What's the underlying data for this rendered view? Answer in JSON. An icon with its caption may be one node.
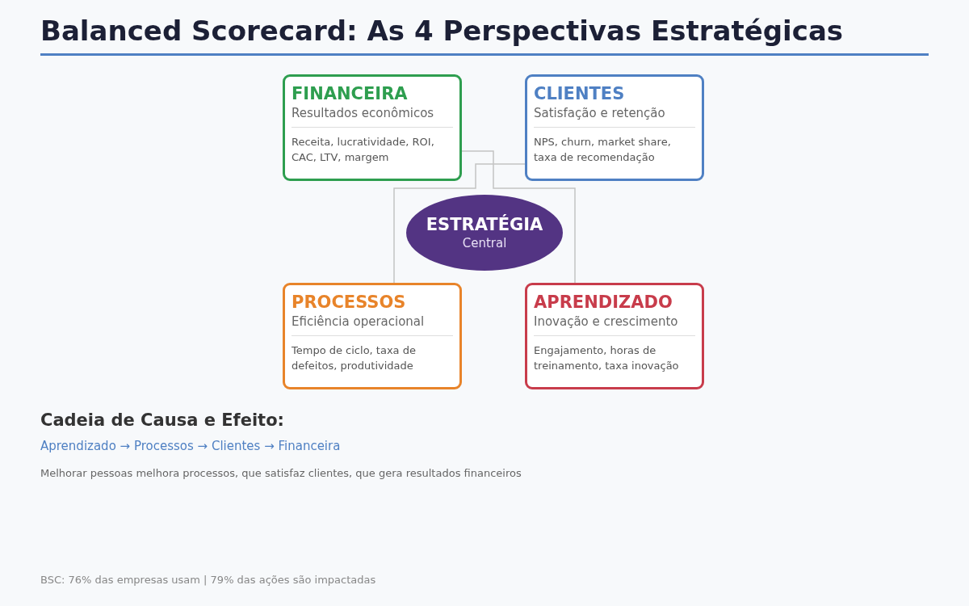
{
  "diagram": {
    "title": "Balanced Scorecard: As 4 Perspectivas Estratégicas",
    "nodes": [
      {
        "text": [
          "FINANCEIRA",
          "Resultados econômicos",
          "Receita, lucratividade, ROI, CAC, LTV, margem"
        ]
      },
      {
        "text": [
          "CLIENTES",
          "Satisfação e retenção",
          "NPS, churn, market share, taxa de recomendação"
        ]
      },
      {
        "text": [
          "ESTRATÉGIA",
          "Central"
        ]
      },
      {
        "text": [
          "PROCESSOS",
          "Eficiência operacional",
          "Tempo de ciclo, taxa de defeitos, produtividade"
        ]
      },
      {
        "text": [
          "APRENDIZADO",
          "Inovação e crescimento",
          "Engajamento, horas de treinamento, taxa inovação"
        ]
      }
    ],
    "edges": [
      {
        "from": 0,
        "to": 4,
        "arrow": "none"
      },
      {
        "from": 1,
        "to": 3,
        "arrow": "none"
      }
    ],
    "labels": [
      "Cadeia de Causa e Efeito:",
      "Aprendizado → Processos → Clientes → Financeira",
      "Melhorar pessoas melhora processos, que satisfaz clientes, que gera resultados financeiros",
      "BSC: 76% das empresas usam  |  79% das ações são impactadas"
    ]
  }
}
